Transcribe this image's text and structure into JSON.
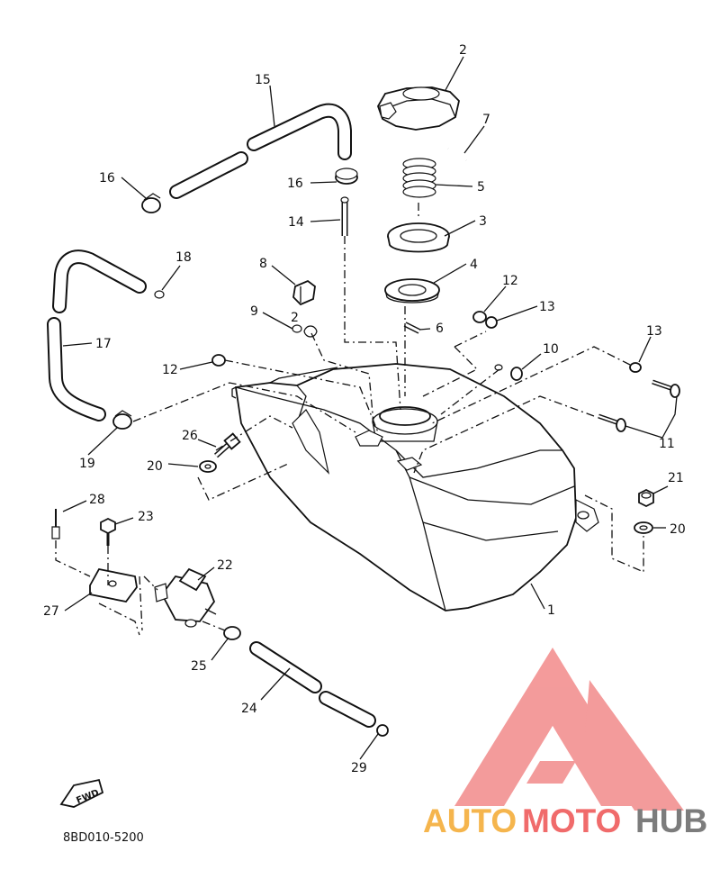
{
  "diagram": {
    "part_labels": {
      "p1": "1",
      "p2": "2",
      "p2b": "2",
      "p3": "3",
      "p4": "4",
      "p5": "5",
      "p6": "6",
      "p7": "7",
      "p8": "8",
      "p9": "9",
      "p10": "10",
      "p11": "11",
      "p12a": "12",
      "p12b": "12",
      "p13a": "13",
      "p13b": "13",
      "p14": "14",
      "p15": "15",
      "p16a": "16",
      "p16b": "16",
      "p17": "17",
      "p18": "18",
      "p19": "19",
      "p20a": "20",
      "p20b": "20",
      "p21": "21",
      "p22": "22",
      "p23": "23",
      "p24": "24",
      "p25": "25",
      "p26": "26",
      "p27": "27",
      "p28": "28",
      "p29": "29"
    },
    "fwd_label": "FWD",
    "drawing_code": "8BD010-5200"
  },
  "watermark": {
    "brand_parts": [
      "AUTO",
      "MOTO",
      "HUB"
    ],
    "colors": {
      "auto": "#f5b54d",
      "moto": "#f06b6b",
      "hub": "#7c7c7c",
      "logo": "#f28a8a"
    }
  }
}
